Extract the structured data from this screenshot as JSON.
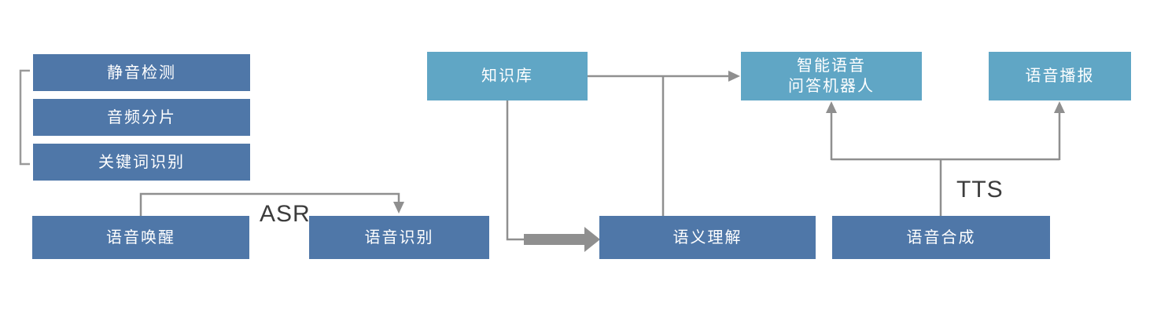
{
  "diagram": {
    "background": "#ffffff",
    "colors": {
      "node_dark": "#4f77a8",
      "node_light": "#60a6c5",
      "connector": "#8f8f8f",
      "bracket": "#9a9a9a",
      "edge_label_text": "#3c3c3c",
      "node_text": "#ffffff"
    },
    "nodes": {
      "silence_detection": {
        "label": "静音检测",
        "variant": "dark"
      },
      "audio_segmentation": {
        "label": "音频分片",
        "variant": "dark"
      },
      "keyword_recognition": {
        "label": "关键词识别",
        "variant": "dark"
      },
      "voice_wakeup": {
        "label": "语音唤醒",
        "variant": "dark"
      },
      "speech_recognition": {
        "label": "语音识别",
        "variant": "dark"
      },
      "knowledge_base": {
        "label": "知识库",
        "variant": "light"
      },
      "semantic_understanding": {
        "label": "语义理解",
        "variant": "dark"
      },
      "qa_robot": {
        "label": "智能语音\n问答机器人",
        "variant": "light"
      },
      "speech_synthesis": {
        "label": "语音合成",
        "variant": "dark"
      },
      "voice_broadcast": {
        "label": "语音播报",
        "variant": "light"
      }
    },
    "edge_labels": {
      "asr": "ASR",
      "tts": "TTS"
    },
    "bracket_group": [
      "silence_detection",
      "audio_segmentation",
      "keyword_recognition"
    ],
    "edges": [
      {
        "from": "voice_wakeup",
        "to": "speech_recognition",
        "label": "ASR",
        "arrow": true,
        "weight": "thin"
      },
      {
        "from": "knowledge_base",
        "to": "qa_robot",
        "label": "",
        "arrow": true,
        "weight": "thin"
      },
      {
        "from": "knowledge_base",
        "to": "semantic_understanding",
        "label": "",
        "arrow": true,
        "weight": "thick"
      },
      {
        "from": "knowledge_base_qa_line",
        "to": "semantic_understanding",
        "label": "",
        "arrow": false,
        "weight": "thin"
      },
      {
        "from": "speech_synthesis",
        "to": "qa_robot",
        "label": "TTS",
        "arrow": true,
        "weight": "thin"
      },
      {
        "from": "speech_synthesis",
        "to": "voice_broadcast",
        "label": "TTS",
        "arrow": true,
        "weight": "thin"
      }
    ]
  }
}
